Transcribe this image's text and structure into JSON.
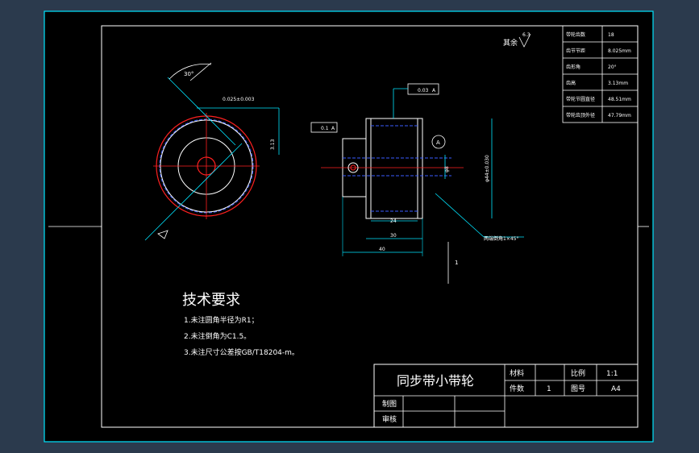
{
  "drawing": {
    "title_cn": "同步带小带轮",
    "tech_title": "技术要求",
    "tech_notes": [
      "1.未注圆角半径为R1；",
      "2.未注倒角为C1.5。",
      "3.未注尺寸公差按GB/T18204-m。"
    ],
    "surface_rest_label": "其余",
    "surface_rest_value": "6.3",
    "param_table": [
      {
        "name": "带轮齿数",
        "value": "18"
      },
      {
        "name": "齿节节距",
        "value": "8.025mm"
      },
      {
        "name": "齿形角",
        "value": "20°"
      },
      {
        "name": "齿高",
        "value": "3.13mm"
      },
      {
        "name": "带轮节圆直径",
        "value": "48.51mm"
      },
      {
        "name": "带轮齿顶外径",
        "value": "47.79mm"
      }
    ],
    "title_block": {
      "material_label": "材料",
      "material_value": "",
      "scale_label": "比例",
      "scale_value": "1:1",
      "qty_label": "件数",
      "qty_value": "1",
      "drawing_no_label": "图号",
      "drawing_no_value": "A4",
      "drawn_label": "制图",
      "checked_label": "审核"
    },
    "dims": {
      "angle_30": "30°",
      "tol_top": "0.025±0.003",
      "tol_frame_1": "0.03",
      "tol_frame_2": "A",
      "runout": "0.1",
      "runout_datum": "A",
      "datum_a": "A",
      "len_24": "24",
      "len_30": "30",
      "len_40": "40",
      "dia_big": "φ44±0.030",
      "chamfer_note": "两端倒角1×45°",
      "section_mark": "1",
      "tooth_label": "3.13",
      "dia_small": "φ8"
    }
  },
  "colors": {
    "bg": "#2b3a4d",
    "paper": "#000000",
    "line": "#00e5ff",
    "hidden": "#3a5cff",
    "red": "#ff2020",
    "white": "#ffffff",
    "green": "#00ff40"
  }
}
